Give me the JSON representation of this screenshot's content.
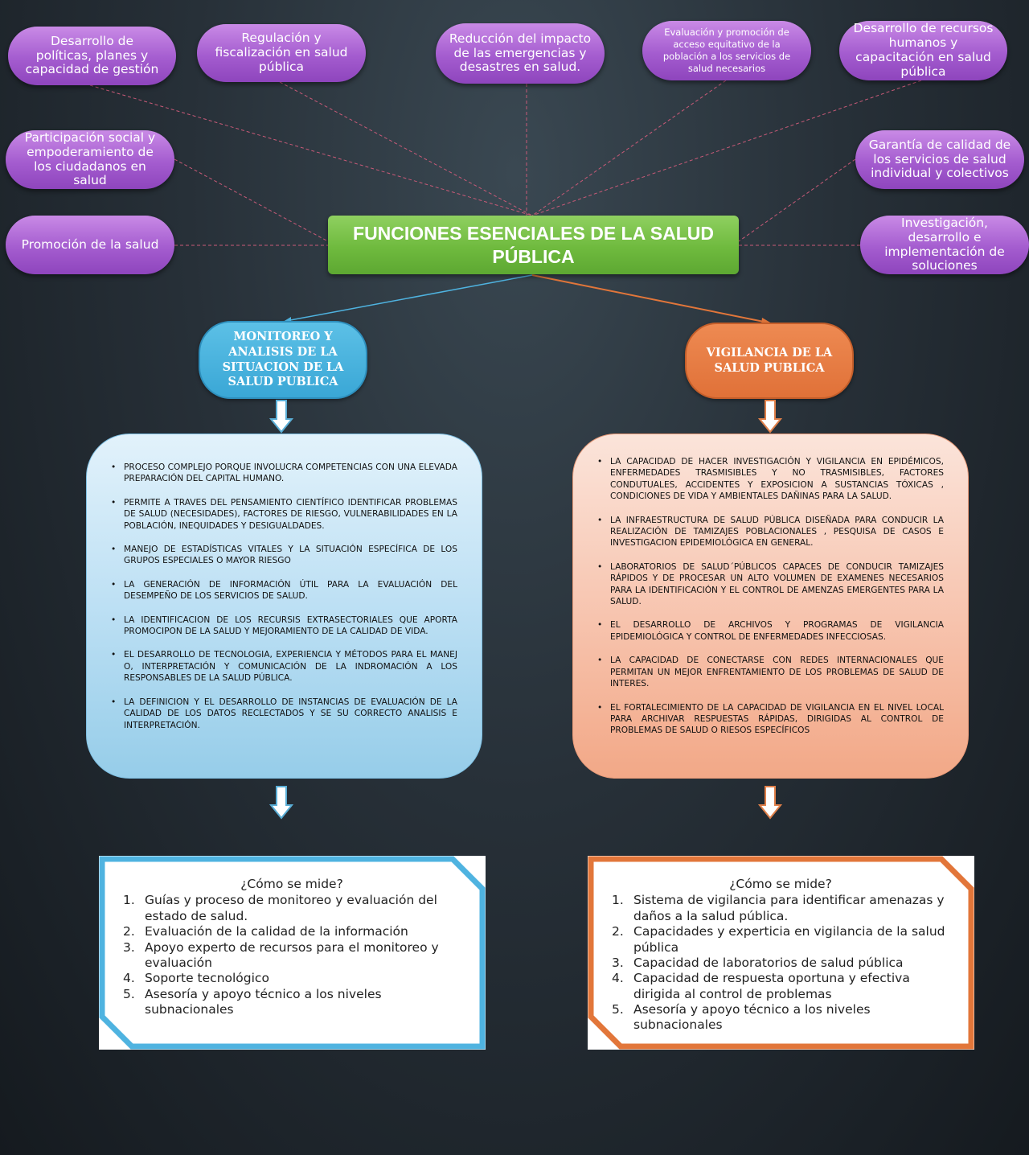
{
  "central_title": "FUNCIONES ESENCIALES DE LA SALUD PÚBLICA",
  "functions": [
    {
      "label": "Desarrollo de políticas, planes y capacidad de gestión"
    },
    {
      "label": "Regulación y fiscalización en salud pública"
    },
    {
      "label": "Reducción del impacto de las emergencias y desastres en salud."
    },
    {
      "label": "Evaluación y promoción de acceso equitativo de la población a los servicios de salud necesarios"
    },
    {
      "label": "Desarrollo de recursos humanos y capacitación en salud pública"
    },
    {
      "label": "Participación social y empoderamiento de los ciudadanos en salud"
    },
    {
      "label": "Garantía de calidad de los servicios de salud individual y colectivos"
    },
    {
      "label": "Promoción de la salud"
    },
    {
      "label": "Investigación, desarrollo e implementación de soluciones"
    }
  ],
  "branches": [
    {
      "title": "MONITOREO Y ANALISIS DE LA SITUACION DE LA SALUD PUBLICA",
      "items": [
        "PROCESO COMPLEJO PORQUE INVOLUCRA COMPETENCIAS CON UNA ELEVADA PREPARACIÓN DEL CAPITAL HUMANO.",
        "PERMITE A TRAVES DEL PENSAMIENTO CIENTÍFICO IDENTIFICAR PROBLEMAS DE SALUD (NECESIDADES), FACTORES DE RIESGO, VULNERABILIDADES EN LA POBLACIÓN, INEQUIDADES Y DESIGUALDADES.",
        "MANEJO DE ESTADÍSTICAS VITALES Y LA SITUACIÓN ESPECÍFICA DE LOS GRUPOS ESPECIALES O MAYOR RIESGO",
        "LA GENERACIÓN DE INFORMACIÓN ÚTIL PARA LA EVALUACIÓN DEL DESEMPEÑO DE LOS SERVICIOS DE SALUD.",
        "LA IDENTIFICACION DE LOS RECURSIS EXTRASECTORIALES QUE APORTA PROMOCIPON DE LA SALUD Y MEJORAMIENTO DE LA CALIDAD DE VIDA.",
        "EL DESARROLLO DE TECNOLOGIA, EXPERIENCIA Y MÉTODOS PARA EL MANEJ O, INTERPRETACIÓN Y COMUNICACIÓN DE LA INDROMACIÓN A LOS RESPONSABLES DE LA SALUD PÚBLICA.",
        "LA DEFINICION Y EL DESARROLLO DE INSTANCIAS DE EVALUACIÓN DE LA CALIDAD DE LOS DATOS RECLECTADOS Y SE SU CORRECTO ANALISIS E INTERPRETACIÓN."
      ],
      "measure_heading": "¿Cómo se mide?",
      "measures": [
        "Guías y proceso de monitoreo y evaluación del estado de salud.",
        "Evaluación de la calidad de la información",
        "Apoyo experto de recursos para el monitoreo y evaluación",
        "Soporte tecnológico",
        "Asesoría y apoyo técnico a los niveles subnacionales"
      ]
    },
    {
      "title": "VIGILANCIA DE LA SALUD PUBLICA",
      "items": [
        "LA CAPACIDAD DE HACER INVESTIGACIÓN Y VIGILANCIA EN EPIDÉMICOS, ENFERMEDADES TRASMISIBLES Y NO TRASMISIBLES, FACTORES CONDUTUALES, ACCIDENTES Y EXPOSICION A SUSTANCIAS TÓXICAS , CONDICIONES DE VIDA Y AMBIENTALES DAÑINAS PARA LA SALUD.",
        "LA INFRAESTRUCTURA DE SALUD PÚBLICA DISEÑADA PARA CONDUCIR LA REALIZACIÓN DE TAMIZAJES POBLACIONALES , PESQUISA DE CASOS E INVESTIGACION EPIDEMIOLÓGICA EN GENERAL.",
        "LABORATORIOS DE SALUD´PÚBLICOS CAPACES DE CONDUCIR TAMIZAJES RÁPIDOS Y DE PROCESAR UN ALTO VOLUMEN DE EXAMENES NECESARIOS PARA LA IDENTIFICACIÓN Y EL CONTROL DE AMENZAS EMERGENTES PARA LA SALUD.",
        "EL DESARROLLO DE ARCHIVOS Y PROGRAMAS DE VIGILANCIA EPIDEMIOLÓGICA Y CONTROL DE ENFERMEDADES INFECCIOSAS.",
        "LA CAPACIDAD DE CONECTARSE CON REDES INTERNACIONALES QUE PERMITAN UN MEJOR ENFRENTAMIENTO DE LOS PROBLEMAS DE SALUD DE INTERES.",
        "EL FORTALECIMIENTO DE LA CAPACIDAD DE VIGILANCIA EN EL NIVEL LOCAL PARA ARCHIVAR RESPUESTAS RÁPIDAS, DIRIGIDAS AL CONTROL DE PROBLEMAS DE SALUD O RIESOS ESPECÍFICOS"
      ],
      "measure_heading": "¿Cómo se mide?",
      "measures": [
        "Sistema de vigilancia para identificar amenazas y daños a la salud pública.",
        "Capacidades y experticia en vigilancia de la salud pública",
        "Capacidad de laboratorios de salud pública",
        "Capacidad de respuesta oportuna y efectiva dirigida al control de problemas",
        "Asesoría y apoyo técnico a los niveles subnacionales"
      ]
    }
  ],
  "colors": {
    "function_node": "#a45ccf",
    "central_node": "#6fba3e",
    "branch_monitoreo": "#3aa7d6",
    "branch_vigilancia": "#e07138",
    "connector": "#c95a78"
  },
  "icons": {
    "bullet": "•",
    "arrow": "down-arrow-icon"
  }
}
